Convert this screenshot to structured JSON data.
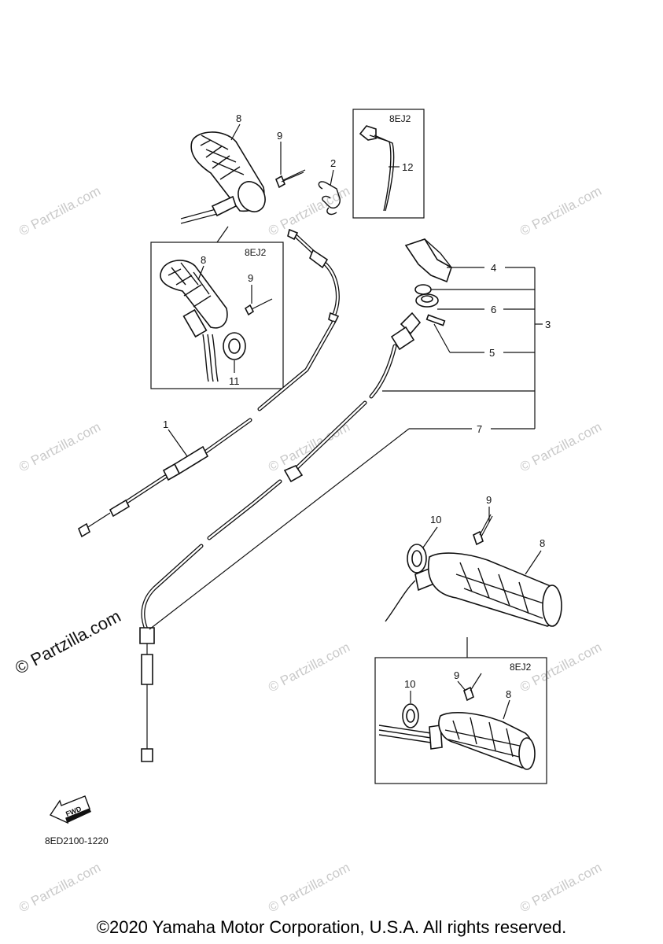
{
  "watermark": {
    "text": "© Partzilla.com",
    "main_text": "© Partzilla.com",
    "color": "#c9c9c9"
  },
  "callouts": {
    "c1": "1",
    "c2": "2",
    "c3": "3",
    "c4": "4",
    "c5": "5",
    "c6": "6",
    "c7": "7",
    "c8_top": "8",
    "c8_box1": "8",
    "c8_right": "8",
    "c8_box3": "8",
    "c9_top": "9",
    "c9_box1": "9",
    "c9_right": "9",
    "c9_box3": "9",
    "c10_right": "10",
    "c10_box3": "10",
    "c11": "11",
    "c12": "12"
  },
  "boxes": {
    "box1_label": "8EJ2",
    "box2_label": "8EJ2",
    "box3_label": "8EJ2"
  },
  "fwd_label": "FWD",
  "diagram_code": "8ED2100-1220",
  "copyright": "©2020 Yamaha Motor Corporation, U.S.A. All rights reserved."
}
